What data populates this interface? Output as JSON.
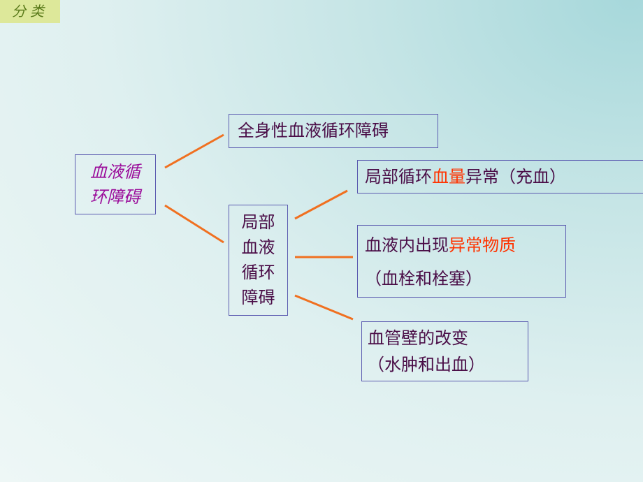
{
  "tag": {
    "label": "分类"
  },
  "root": {
    "line1": "血液循",
    "line2": "环障碍"
  },
  "whole": {
    "label": "全身性血液循环障碍"
  },
  "local": {
    "l1": "局部",
    "l2": "血液",
    "l3": "循环",
    "l4": "障碍"
  },
  "volume": {
    "pre": "局部循环",
    "hl": "血量",
    "post": "异常（充血）"
  },
  "substance": {
    "pre": "血液内出现",
    "hl": "异常物质",
    "line2": "（血栓和栓塞）"
  },
  "wall": {
    "line1": "血管壁的改变",
    "line2": "（水肿和出血）"
  },
  "colors": {
    "connector": "#f07020",
    "border": "#5b5bb0",
    "highlight": "#ff3300",
    "root_text": "#9b0e9b"
  }
}
